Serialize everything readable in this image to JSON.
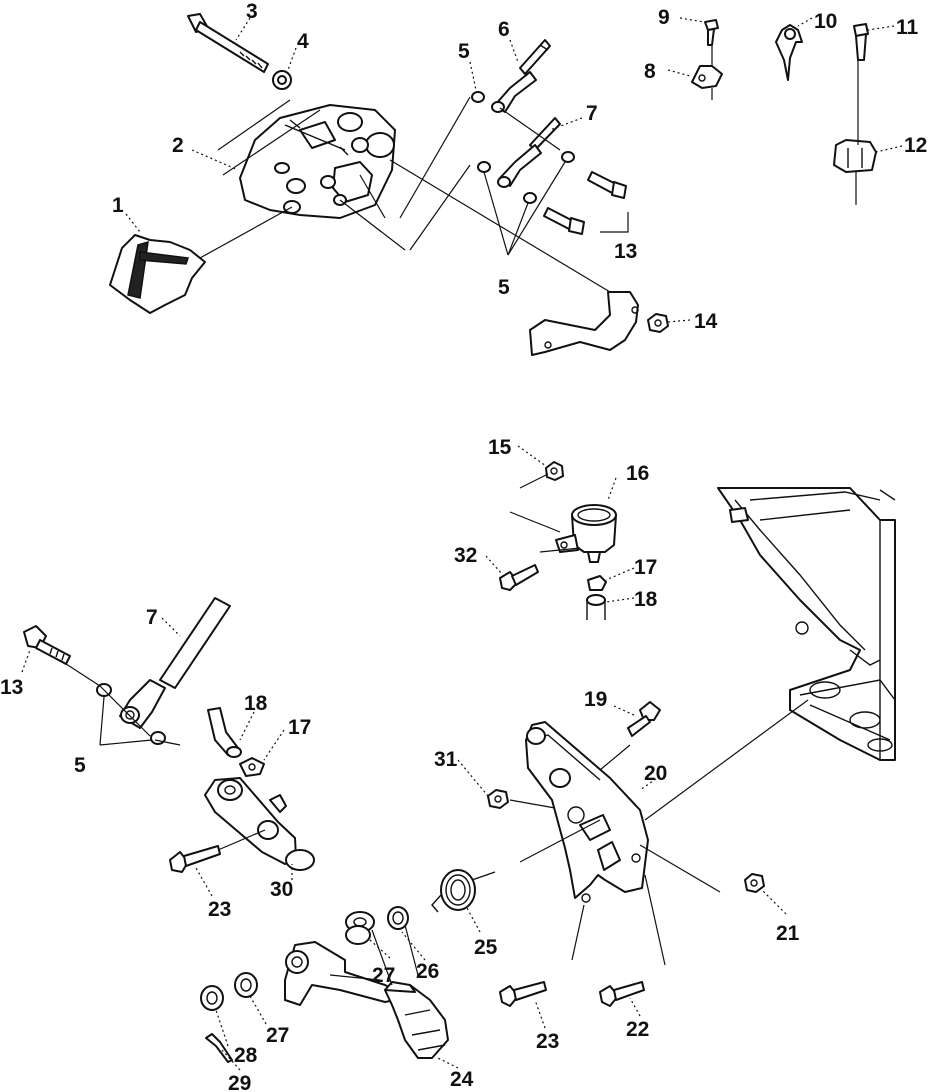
{
  "callouts": [
    {
      "id": "c1",
      "text": "1"
    },
    {
      "id": "c2",
      "text": "2"
    },
    {
      "id": "c3",
      "text": "3"
    },
    {
      "id": "c4",
      "text": "4"
    },
    {
      "id": "c5a",
      "text": "5"
    },
    {
      "id": "c6",
      "text": "6"
    },
    {
      "id": "c7a",
      "text": "7"
    },
    {
      "id": "c8",
      "text": "8"
    },
    {
      "id": "c9",
      "text": "9"
    },
    {
      "id": "c10",
      "text": "10"
    },
    {
      "id": "c11",
      "text": "11"
    },
    {
      "id": "c12",
      "text": "12"
    },
    {
      "id": "c13a",
      "text": "13"
    },
    {
      "id": "c5b",
      "text": "5"
    },
    {
      "id": "c14",
      "text": "14"
    },
    {
      "id": "c15",
      "text": "15"
    },
    {
      "id": "c16",
      "text": "16"
    },
    {
      "id": "c32",
      "text": "32"
    },
    {
      "id": "c17a",
      "text": "17"
    },
    {
      "id": "c18a",
      "text": "18"
    },
    {
      "id": "c7b",
      "text": "7"
    },
    {
      "id": "c13b",
      "text": "13"
    },
    {
      "id": "c18b",
      "text": "18"
    },
    {
      "id": "c17b",
      "text": "17"
    },
    {
      "id": "c5c",
      "text": "5"
    },
    {
      "id": "c19",
      "text": "19"
    },
    {
      "id": "c31",
      "text": "31"
    },
    {
      "id": "c20",
      "text": "20"
    },
    {
      "id": "c23a",
      "text": "23"
    },
    {
      "id": "c30",
      "text": "30"
    },
    {
      "id": "c25",
      "text": "25"
    },
    {
      "id": "c21",
      "text": "21"
    },
    {
      "id": "c27a",
      "text": "27"
    },
    {
      "id": "c26",
      "text": "26"
    },
    {
      "id": "c23b",
      "text": "23"
    },
    {
      "id": "c22",
      "text": "22"
    },
    {
      "id": "c28",
      "text": "28"
    },
    {
      "id": "c27b",
      "text": "27"
    },
    {
      "id": "c29",
      "text": "29"
    },
    {
      "id": "c24",
      "text": "24"
    }
  ]
}
